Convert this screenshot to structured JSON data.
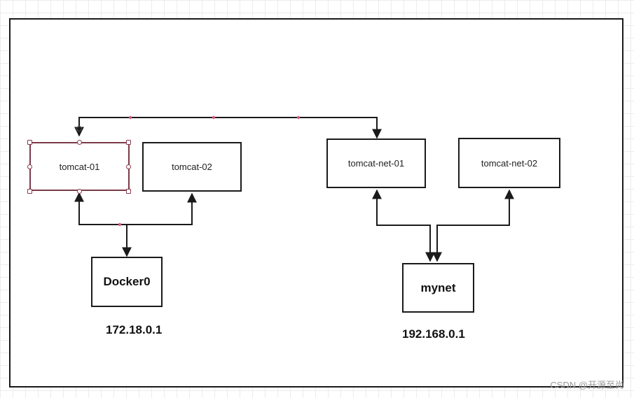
{
  "nodes": {
    "tomcat_01": "tomcat-01",
    "tomcat_02": "tomcat-02",
    "tomcat_net_01": "tomcat-net-01",
    "tomcat_net_02": "tomcat-net-02",
    "docker0": "Docker0",
    "mynet": "mynet"
  },
  "ips": {
    "docker0_ip": "172.18.0.1",
    "mynet_ip": "192.168.0.1"
  },
  "watermark": "CSDN @开源至尚",
  "colors": {
    "line": "#1a1a1a",
    "selection": "#8a3a4a",
    "connector_dot": "#d05a7a"
  }
}
